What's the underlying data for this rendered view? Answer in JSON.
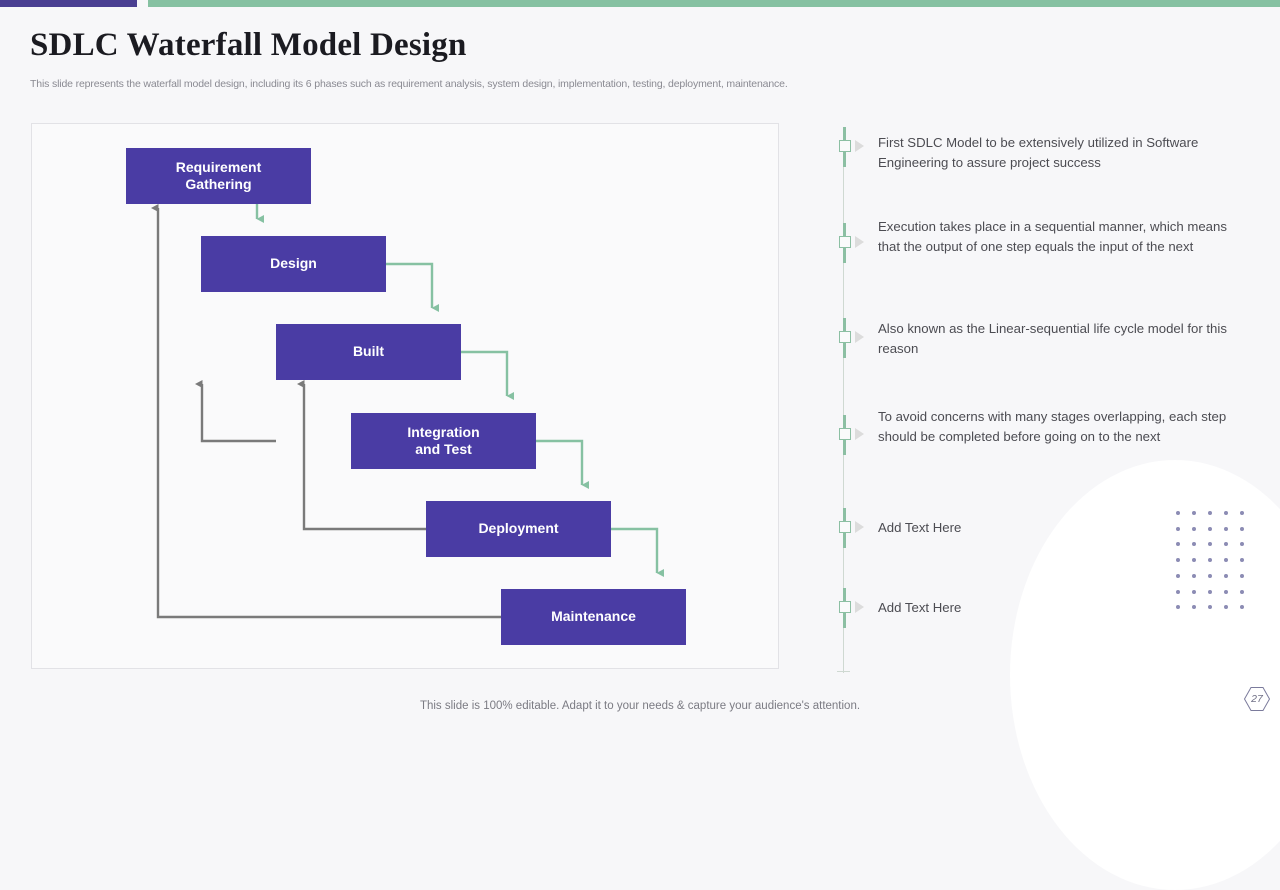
{
  "theme": {
    "accent_purple": "#4a3f92",
    "accent_green": "#86c1a2",
    "box_fill": "#4a3ca4",
    "forward_arrow": "#86c1a2",
    "feedback_arrow": "#7a7a7a",
    "dot_color": "#8c8cb4",
    "page_bg": "#f7f7f9"
  },
  "header": {
    "title": "SDLC Waterfall Model Design",
    "subtitle": "This slide represents the waterfall model design, including its 6 phases such as requirement analysis, system design, implementation, testing, deployment, maintenance."
  },
  "diagram": {
    "type": "waterfall-flow",
    "phases": [
      {
        "label": "Requirement Gathering",
        "line1": "Requirement",
        "line2": "Gathering"
      },
      {
        "label": "Design",
        "line1": "Design",
        "line2": ""
      },
      {
        "label": "Built",
        "line1": "Built",
        "line2": ""
      },
      {
        "label": "Integration and Test",
        "line1": "Integration",
        "line2": "and Test"
      },
      {
        "label": "Deployment",
        "line1": "Deployment",
        "line2": ""
      },
      {
        "label": "Maintenance",
        "line1": "Maintenance",
        "line2": ""
      }
    ]
  },
  "timeline": {
    "items": [
      {
        "text": "First SDLC Model to be extensively  utilized in Software Engineering to assure project success"
      },
      {
        "text": "Execution takes place in a sequential manner, which means that the output of one step equals the input of the next"
      },
      {
        "text": "Also known as the Linear-sequential life cycle model for this reason"
      },
      {
        "text": "To avoid concerns with many stages overlapping, each step should be completed before going on to the next"
      },
      {
        "text": "Add Text Here"
      },
      {
        "text": "Add Text Here"
      }
    ]
  },
  "footer": {
    "note": "This slide is 100% editable. Adapt it to your needs & capture your audience's attention.",
    "page_number": "27"
  }
}
